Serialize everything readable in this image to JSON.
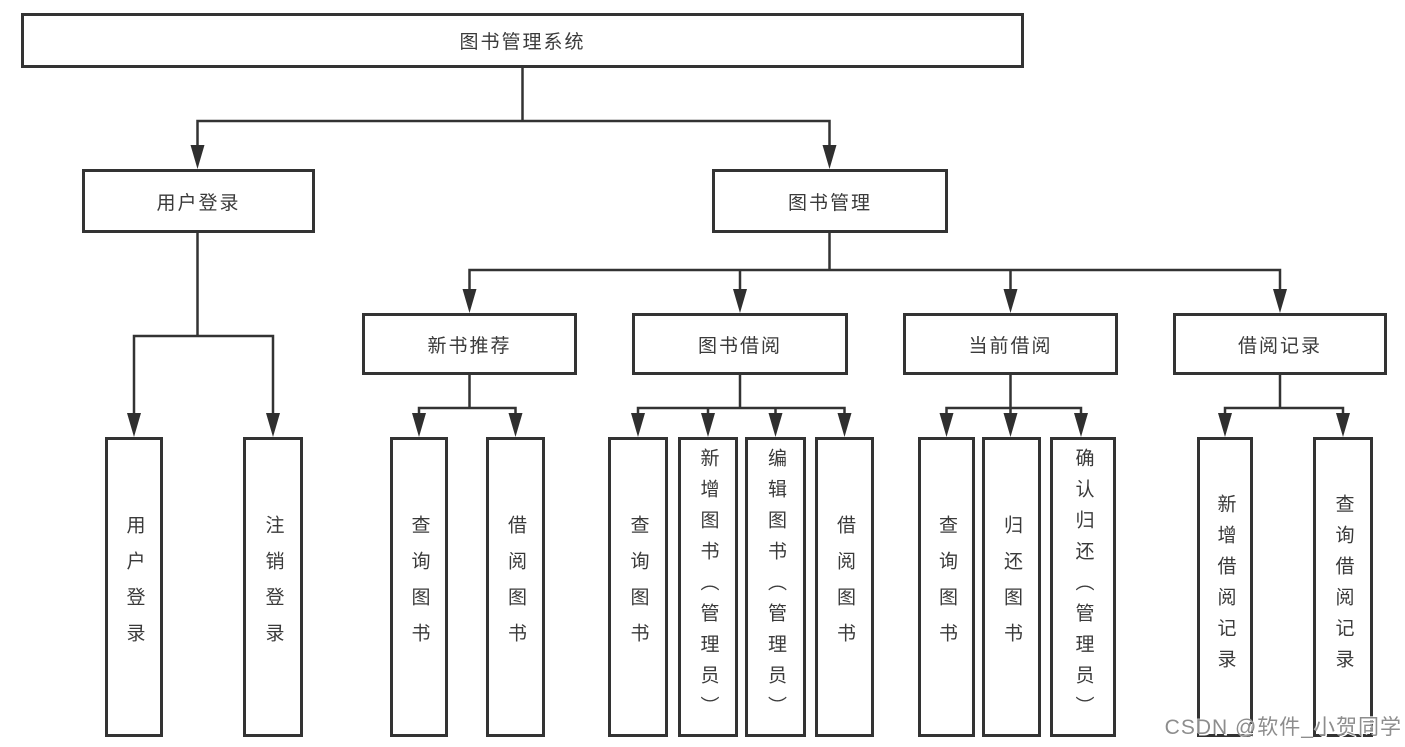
{
  "tree": {
    "label": "图书管理系统",
    "children": [
      {
        "label": "用户登录",
        "children": [
          {
            "label": "用户登录"
          },
          {
            "label": "注销登录"
          }
        ]
      },
      {
        "label": "图书管理",
        "children": [
          {
            "label": "新书推荐",
            "children": [
              {
                "label": "查询图书"
              },
              {
                "label": "借阅图书"
              }
            ]
          },
          {
            "label": "图书借阅",
            "children": [
              {
                "label": "查询图书"
              },
              {
                "label": "新增图书（管理员）"
              },
              {
                "label": "编辑图书（管理员）"
              },
              {
                "label": "借阅图书"
              }
            ]
          },
          {
            "label": "当前借阅",
            "children": [
              {
                "label": "查询图书"
              },
              {
                "label": "归还图书"
              },
              {
                "label": "确认归还（管理员）"
              }
            ]
          },
          {
            "label": "借阅记录",
            "children": [
              {
                "label": "新增借阅记录"
              },
              {
                "label": "查询借阅记录"
              }
            ]
          }
        ]
      }
    ]
  },
  "watermark": "CSDN @软件_小贺同学",
  "colors": {
    "line": "#333333",
    "arrow": "#2f2f2f",
    "text": "#3a3a3a",
    "watermark": "#8d8d8d",
    "background": "#ffffff"
  }
}
